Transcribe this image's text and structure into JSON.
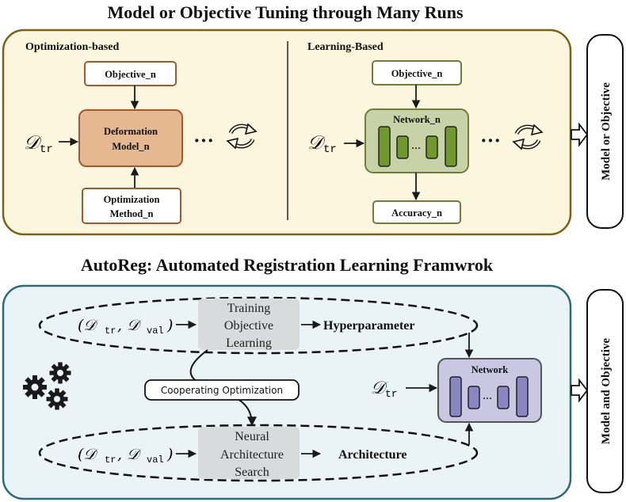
{
  "top": {
    "title": "Model or Objective Tuning through Many Runs",
    "optimization_label": "Optimization-based",
    "learning_label": "Learning-Based",
    "opt_objective": "Objective_n",
    "opt_model_line1": "Deformation",
    "opt_model_line2": "Model_n",
    "opt_method_line1": "Optimization",
    "opt_method_line2": "Method_n",
    "learn_objective": "Objective_n",
    "learn_network": "Network_n",
    "learn_accuracy": "Accuracy_n",
    "ellipsis": "···",
    "data_symbol": "𝒟",
    "data_sub": "tr",
    "side_label": "Model or Objective",
    "colors": {
      "panel_bg": "#fdf6df",
      "panel_border": "#7a6214",
      "opt_box": "#a4582b",
      "model_fill": "#e5b891",
      "net_fill": "#c7d2a6",
      "net_border": "#6f7d3a",
      "net_bar": "#6f9a2b"
    }
  },
  "bottom": {
    "title": "AutoReg: Automated Registration Learning Framwrok",
    "training_line1": "Training",
    "training_line2": "Objective",
    "training_line3": "Learning",
    "nas_line1": "Neural",
    "nas_line2": "Architecture",
    "nas_line3": "Search",
    "hyper_label": "Hyperparameter",
    "arch_label": "Architecture",
    "coop_label": "Cooperating Optimization",
    "network_label": "Network",
    "data_top": "(𝒟",
    "sub_tr": "tr",
    "comma": ", 𝒟",
    "sub_val": "val",
    "close_paren": ")",
    "side_label": "Model and Objective",
    "icons": [
      "refresh-icon",
      "gears-icon"
    ],
    "colors": {
      "panel_bg": "#eaf3f6",
      "panel_border": "#2c6c78",
      "gray_box": "#d8dbdc",
      "net_fill": "#c9c7e2",
      "net_bar": "#8a86c4"
    }
  }
}
